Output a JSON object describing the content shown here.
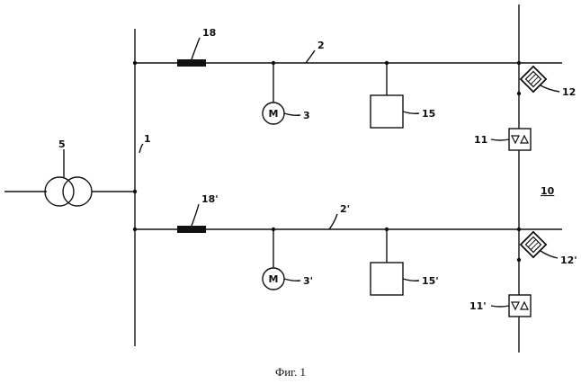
{
  "caption": "Фиг. 1",
  "labels": {
    "l1": "1",
    "l2": "2",
    "l2p": "2'",
    "l3": "3",
    "l3p": "3'",
    "l5": "5",
    "l10": "10",
    "l11": "11",
    "l11p": "11'",
    "l12": "12",
    "l12p": "12'",
    "l15": "15",
    "l15p": "15'",
    "l18": "18",
    "l18p": "18'"
  },
  "motor_letter": "M"
}
